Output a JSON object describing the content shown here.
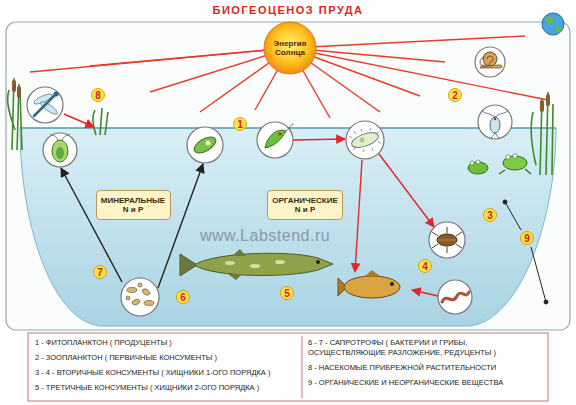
{
  "diagram": {
    "title": "БИОГЕОЦЕНОЗ ПРУДА",
    "nodes": [
      {
        "text": [
          "Энергия Солнца"
        ]
      },
      {
        "text": [
          "МИНЕРАЛЬНЫЕ N и P"
        ]
      },
      {
        "text": [
          "ОРГАНИЧЕСКИЕ N и P"
        ]
      }
    ],
    "labels": [
      "8",
      "1",
      "2",
      "3",
      "4",
      "5",
      "6",
      "7",
      "9",
      "www.Labstend.ru"
    ],
    "legend": [
      {
        "text": "1 - ФИТОПЛАНКТОН ( ПРОДУЦЕНТЫ )"
      },
      {
        "text": "2 - ЗООПЛАНКТОН ( ПЕРВИЧНЫЕ КОНСУМЕНТЫ )"
      },
      {
        "text": "3 - 4 - ВТОРИЧНЫЕ КОНСУМЕНТЫ ( ХИЩНИКИ 1-ОГО ПОРЯДКА )"
      },
      {
        "text": "5 - ТРЕТИЧНЫЕ КОНСУМЕНТЫ ( ХИЩНИКИ 2-ОГО ПОРЯДКА )"
      },
      {
        "text": "6 - 7 - САПРОТРОФЫ ( БАКТЕРИИ И ГРИБЫ, ОСУЩЕСТВЛЯЮЩИЕ РАЗЛОЖЕНИЕ, РЕДУЦЕНТЫ )"
      },
      {
        "text": "8 - НАСЕКОМЫЕ ПРИБРЕЖНОЙ РАСТИТЕЛЬНОСТИ"
      },
      {
        "text": "9 - ОРГАНИЧЕСКИЕ И НЕОРГАНИЧЕСКИЕ ВЕЩЕСТВА"
      }
    ]
  }
}
